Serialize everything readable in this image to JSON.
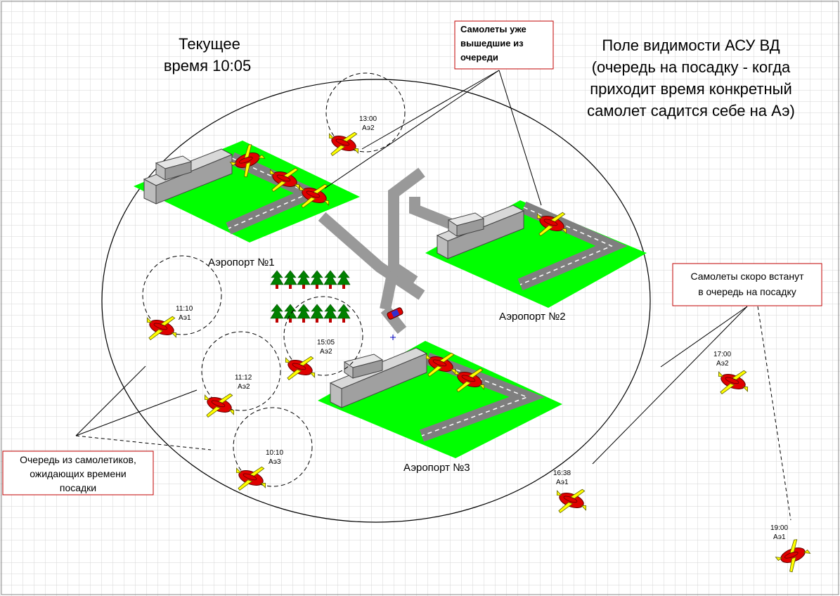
{
  "title": {
    "line1": "Текущее",
    "line2": "время 10:05"
  },
  "field": {
    "line1": "Поле видимости АСУ ВД",
    "line2": "(очередь на посадку - когда",
    "line3": "приходит время конкретный",
    "line4": "самолет садится себе на Аэ)"
  },
  "callouts": {
    "departed": {
      "line1": "Самолеты уже",
      "line2": "вышедшие из",
      "line3": "очереди"
    },
    "soon": {
      "line1": "Самолеты скоро встанут",
      "line2": "в очередь на посадку"
    },
    "queue": {
      "line1": "Очередь из самолетиков,",
      "line2": "ожидающих времени",
      "line3": "посадки"
    }
  },
  "airports": [
    {
      "label": "Аэропорт №1"
    },
    {
      "label": "Аэропорт №2"
    },
    {
      "label": "Аэропорт №3"
    }
  ],
  "queue_planes": [
    {
      "time": "13:00",
      "airport": "Аэ2"
    },
    {
      "time": "11:10",
      "airport": "Аэ1"
    },
    {
      "time": "11:12",
      "airport": "Аэ2"
    },
    {
      "time": "15:05",
      "airport": "Аэ2"
    },
    {
      "time": "10:10",
      "airport": "Аэ3"
    }
  ],
  "incoming_planes": [
    {
      "time": "17:00",
      "airport": "Аэ2"
    },
    {
      "time": "16:38",
      "airport": "Аэ1"
    },
    {
      "time": "19:00",
      "airport": "Аэ1"
    }
  ],
  "colors": {
    "grass": "#00ff00",
    "road": "#999999",
    "runway": "#7f7f7f",
    "callout_border": "#c00000",
    "plane_body": "#e00000",
    "plane_wing": "#ffff00",
    "tree": "#008000",
    "trunk": "#c00000"
  }
}
